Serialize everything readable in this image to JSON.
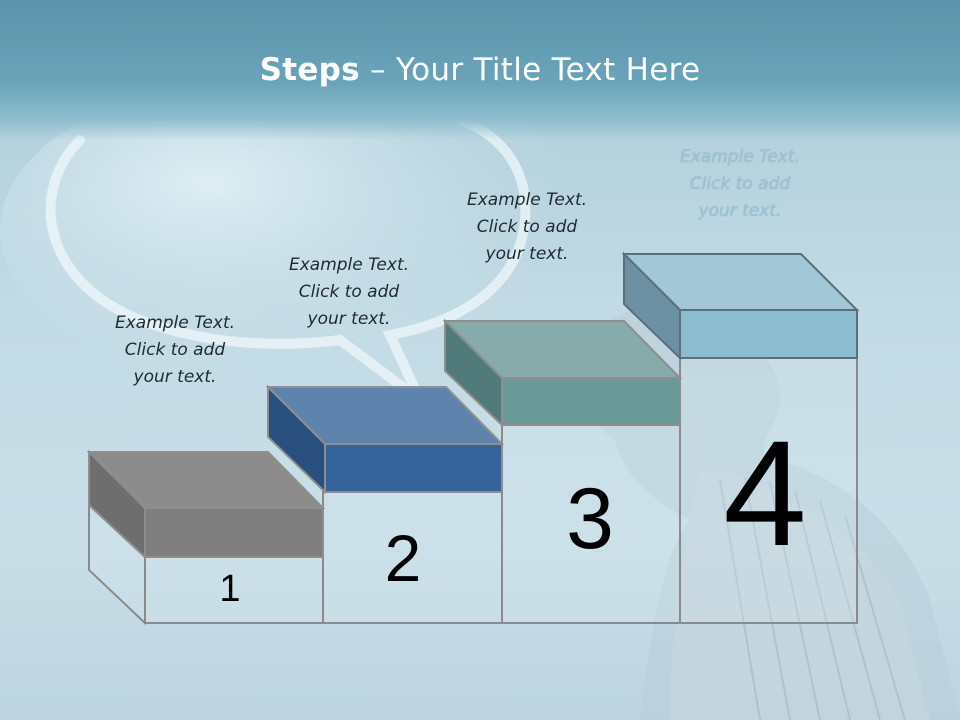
{
  "title": {
    "bold": "Steps",
    "rest": " – Your Title Text Here"
  },
  "steps": [
    {
      "number": "1",
      "text": [
        "Example Text.",
        "Click  to add",
        "your text."
      ],
      "color": "#7f7f7f"
    },
    {
      "number": "2",
      "text": [
        "Example Text.",
        "Click  to add",
        "your text."
      ],
      "color": "#35649a"
    },
    {
      "number": "3",
      "text": [
        "Example Text.",
        "Click  to add",
        "your text."
      ],
      "color": "#6a9a98"
    },
    {
      "number": "4",
      "text": [
        "Example Text.",
        "Click  to add",
        "your text."
      ],
      "color": "#8cbccf"
    }
  ]
}
